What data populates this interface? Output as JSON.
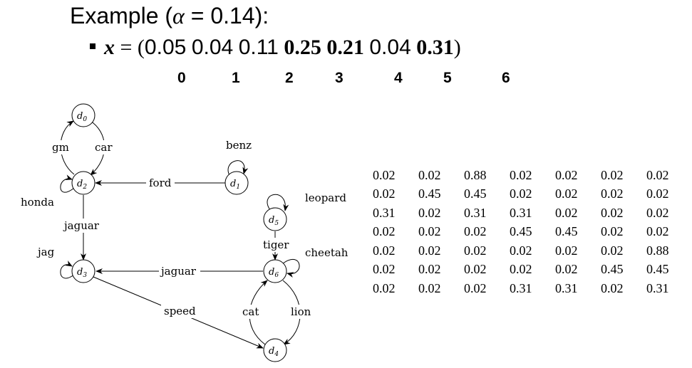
{
  "heading": {
    "prefix": "Example (",
    "alpha_symbol": "α",
    "equals": " = 0.14):"
  },
  "vector": {
    "var": "x",
    "eq": " = (",
    "values": [
      "0.05",
      "0.04",
      "0.11",
      "0.25",
      "0.21",
      "0.04",
      "0.31"
    ],
    "bold_flags": [
      false,
      false,
      false,
      true,
      true,
      false,
      true
    ],
    "close": ")"
  },
  "indices": [
    "0",
    "1",
    "2",
    "3",
    "4",
    "5",
    "6"
  ],
  "graph": {
    "nodes": {
      "d0": {
        "label": "d0",
        "sub": "0"
      },
      "d1": {
        "label": "d1",
        "sub": "1"
      },
      "d2": {
        "label": "d2",
        "sub": "2"
      },
      "d3": {
        "label": "d3",
        "sub": "3"
      },
      "d4": {
        "label": "d4",
        "sub": "4"
      },
      "d5": {
        "label": "d5",
        "sub": "5"
      },
      "d6": {
        "label": "d6",
        "sub": "6"
      }
    },
    "edges": {
      "gm": "gm",
      "car": "car",
      "benz": "benz",
      "ford": "ford",
      "honda": "honda",
      "jaguar_d2_d3": "jaguar",
      "leopard": "leopard",
      "jag": "jag",
      "tiger": "tiger",
      "cheetah": "cheetah",
      "jaguar_d6_d3": "jaguar",
      "speed": "speed",
      "cat": "cat",
      "lion": "lion"
    }
  },
  "matrix": [
    [
      "0.02",
      "0.02",
      "0.88",
      "0.02",
      "0.02",
      "0.02",
      "0.02"
    ],
    [
      "0.02",
      "0.45",
      "0.45",
      "0.02",
      "0.02",
      "0.02",
      "0.02"
    ],
    [
      "0.31",
      "0.02",
      "0.31",
      "0.31",
      "0.02",
      "0.02",
      "0.02"
    ],
    [
      "0.02",
      "0.02",
      "0.02",
      "0.45",
      "0.45",
      "0.02",
      "0.02"
    ],
    [
      "0.02",
      "0.02",
      "0.02",
      "0.02",
      "0.02",
      "0.02",
      "0.88"
    ],
    [
      "0.02",
      "0.02",
      "0.02",
      "0.02",
      "0.02",
      "0.45",
      "0.45"
    ],
    [
      "0.02",
      "0.02",
      "0.02",
      "0.31",
      "0.31",
      "0.02",
      "0.31"
    ]
  ]
}
